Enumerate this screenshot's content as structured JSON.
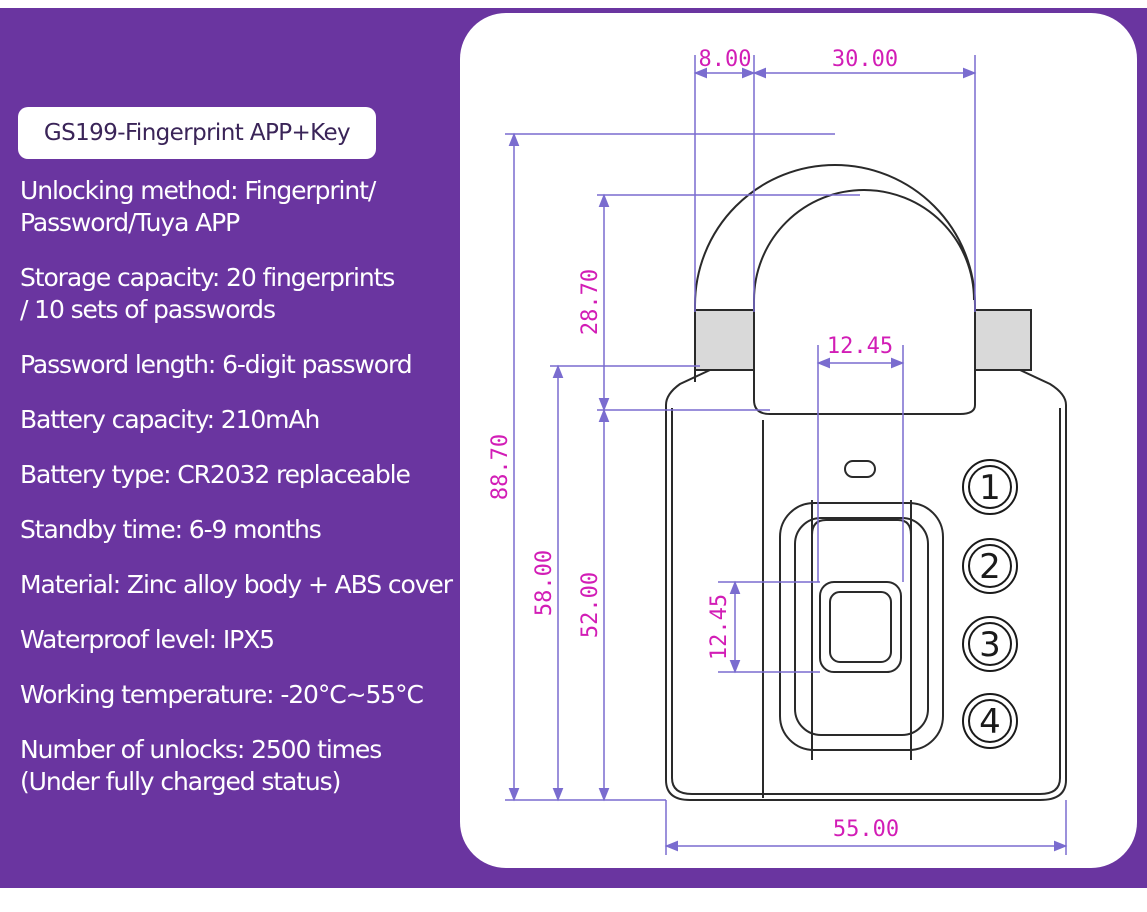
{
  "title": "GS199-Fingerprint APP+Key",
  "specs": [
    "Unlocking method: Fingerprint/\nPassword/Tuya APP",
    "Storage capacity: 20 fingerprints\n/ 10 sets of passwords",
    "Password length: 6-digit password",
    "Battery capacity: 210mAh",
    "Battery type: CR2032 replaceable",
    "Standby time: 6-9 months",
    "Material: Zinc alloy body + ABS cover",
    "Waterproof level: IPX5",
    "Working temperature: -20°C~55°C",
    "Number of unlocks: 2500 times\n(Under fully charged status)"
  ],
  "dimensions": {
    "shackle_thickness": "8.00",
    "shackle_width": "30.00",
    "shackle_height": "28.70",
    "overall_height": "88.70",
    "body_height": "58.00",
    "panel_height": "52.00",
    "sensor_width": "12.45",
    "sensor_height": "12.45",
    "body_width": "55.00"
  },
  "keypad": [
    "1",
    "2",
    "3",
    "4"
  ],
  "colors": {
    "background": "#6a35a0",
    "dimension": "#d21db6",
    "dimension_line": "#7a6ccf"
  }
}
